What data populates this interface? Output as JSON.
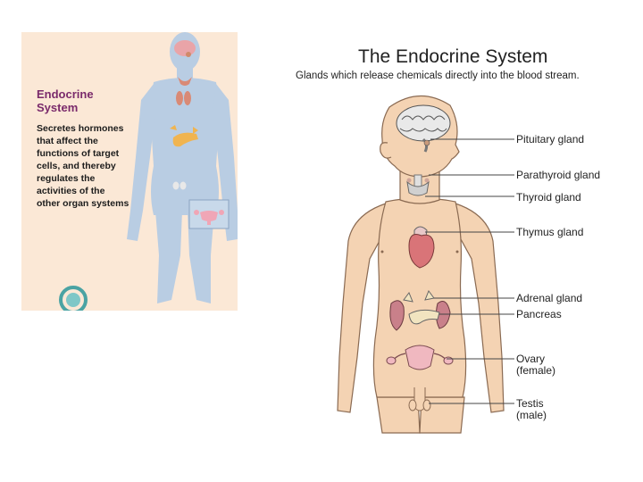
{
  "left_panel": {
    "title_line1": "Endocrine",
    "title_line2": "System",
    "description": [
      "Secretes hormones",
      "that affect the",
      "functions of target",
      "cells, and thereby",
      "regulates the",
      "activities of the",
      "other organ systems"
    ]
  },
  "main": {
    "title": "The Endocrine System",
    "subtitle": "Glands which release chemicals directly into the blood stream."
  },
  "labels": {
    "pituitary": "Pituitary gland",
    "parathyroid": "Parathyroid gland",
    "thyroid": "Thyroid gland",
    "thymus": "Thymus gland",
    "adrenal": "Adrenal gland",
    "pancreas": "Pancreas",
    "ovary": "Ovary",
    "ovary_note": "(female)",
    "testis": "Testis",
    "testis_note": "(male)"
  },
  "colors": {
    "skin": "#f4d3b3",
    "skin_outline": "#8a6a52",
    "left_bg": "#fbe8d6",
    "left_body": "#b9cde3",
    "title_purple": "#7a2a6b"
  }
}
